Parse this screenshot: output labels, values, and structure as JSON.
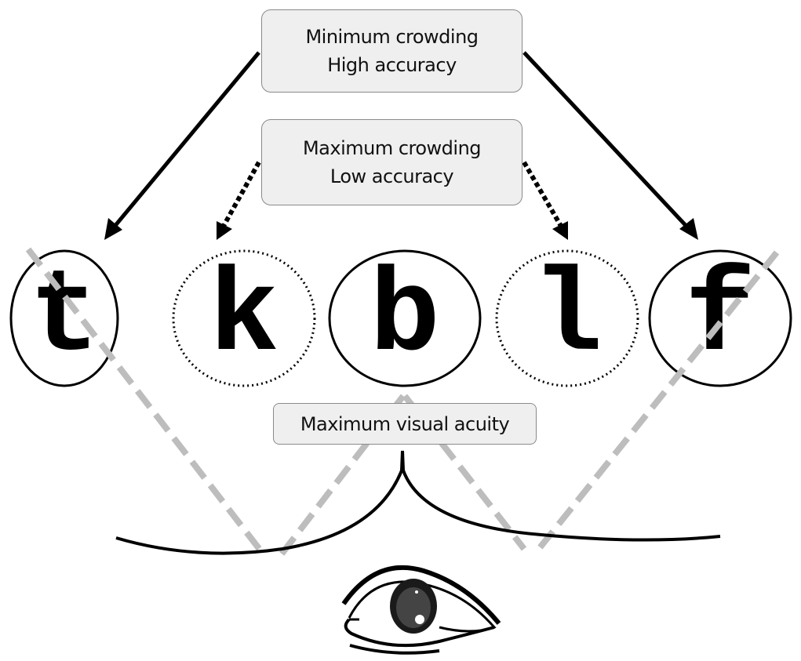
{
  "boxes": {
    "minimum": {
      "line1": "Minimum crowding",
      "line2": "High accuracy"
    },
    "maximum": {
      "line1": "Maximum crowding",
      "line2": "Low accuracy"
    },
    "acuity": {
      "label": "Maximum visual acuity"
    }
  },
  "letters": [
    {
      "char": "t",
      "style": "solid"
    },
    {
      "char": "k",
      "style": "dotted"
    },
    {
      "char": "b",
      "style": "solid"
    },
    {
      "char": "l",
      "style": "dotted"
    },
    {
      "char": "f",
      "style": "solid"
    }
  ],
  "colors": {
    "box_fill": "#efefef",
    "dashed_line": "#bdbdbd",
    "ink": "#000000"
  }
}
